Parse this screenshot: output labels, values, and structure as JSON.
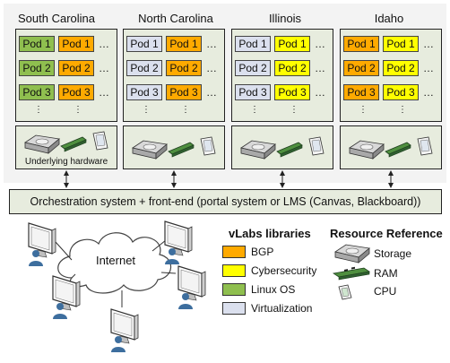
{
  "colors": {
    "bgp": "#ffaa00",
    "cybersecurity": "#ffff00",
    "linux_os": "#8fbf4f",
    "virtualization": "#dbe0ee"
  },
  "sites": [
    {
      "name": "South Carolina",
      "columns": [
        "linux_os",
        "bgp"
      ]
    },
    {
      "name": "North Carolina",
      "columns": [
        "virtualization",
        "bgp"
      ]
    },
    {
      "name": "Illinois",
      "columns": [
        "virtualization",
        "cybersecurity"
      ]
    },
    {
      "name": "Idaho",
      "columns": [
        "bgp",
        "cybersecurity"
      ]
    }
  ],
  "pods": [
    "Pod 1",
    "Pod 2",
    "Pod 3"
  ],
  "ellipsis_h": "…",
  "ellipsis_v": "⋮",
  "hardware_label": "Underlying hardware",
  "orchestration": "Orchestration system + front-end (portal system or LMS (Canvas, Blackboard))",
  "internet": "Internet",
  "vlabs": {
    "title": "vLabs libraries",
    "items": [
      {
        "key": "bgp",
        "label": "BGP"
      },
      {
        "key": "cybersecurity",
        "label": "Cybersecurity"
      },
      {
        "key": "linux_os",
        "label": "Linux OS"
      },
      {
        "key": "virtualization",
        "label": "Virtualization"
      }
    ]
  },
  "resources": {
    "title": "Resource Reference",
    "items": [
      {
        "icon": "storage-icon",
        "label": "Storage"
      },
      {
        "icon": "ram-icon",
        "label": "RAM"
      },
      {
        "icon": "cpu-icon",
        "label": "CPU"
      }
    ]
  }
}
